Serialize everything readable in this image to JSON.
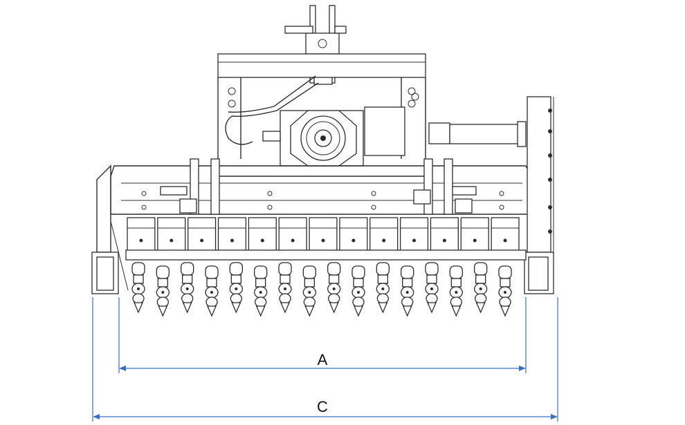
{
  "dimensions": {
    "a_label": "A",
    "c_label": "C",
    "line_color": "#3a6fc4"
  },
  "machine": {
    "tool_count": 13,
    "hammer_count": 16,
    "line_color": "#2b2b2b"
  }
}
